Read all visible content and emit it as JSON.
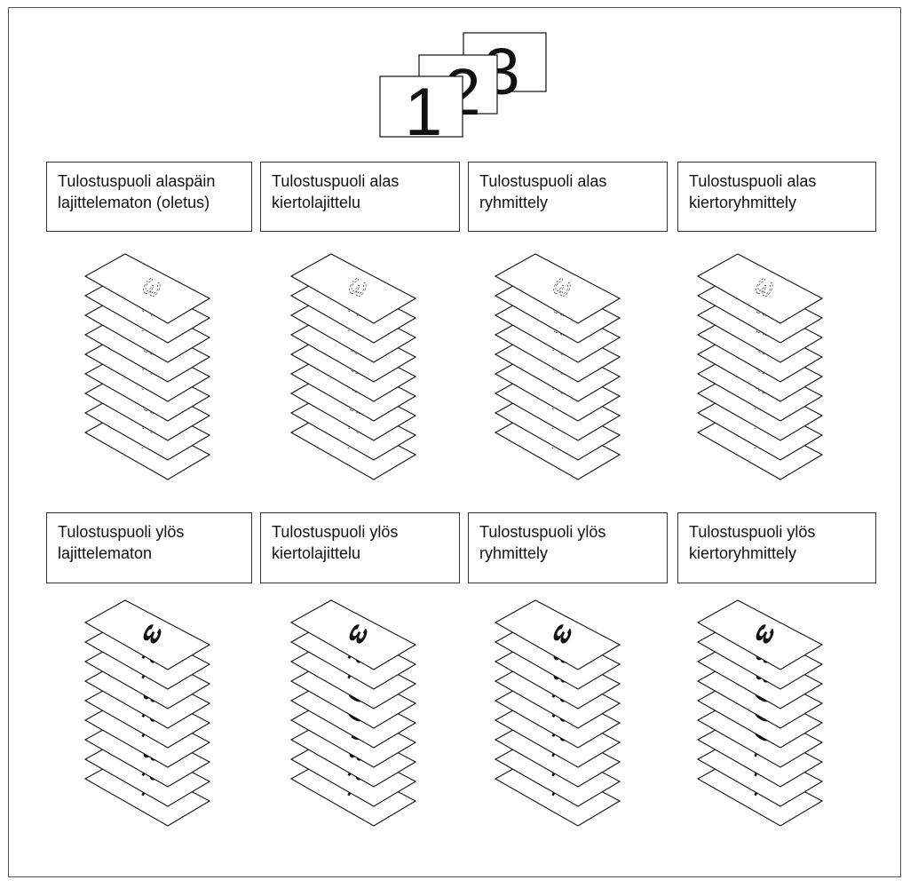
{
  "header_pages": {
    "labels": [
      "1",
      "2",
      "3"
    ]
  },
  "panels": [
    {
      "line1": "Tulostuspuoli alaspäin",
      "line2": "lajittelematon (oletus)",
      "face": "down",
      "sheets": [
        "3",
        "2",
        "1",
        "3",
        "2",
        "1",
        "3",
        "2",
        "1"
      ],
      "rot": [
        0,
        0,
        0,
        0,
        0,
        0,
        0,
        0,
        0
      ]
    },
    {
      "line1": "Tulostuspuoli alas",
      "line2": "kiertolajittelu",
      "face": "down",
      "sheets": [
        "3",
        "2",
        "1",
        "3",
        "2",
        "1",
        "3",
        "2",
        "1"
      ],
      "rot": [
        0,
        0,
        0,
        90,
        90,
        90,
        0,
        0,
        0
      ]
    },
    {
      "line1": "Tulostuspuoli alas",
      "line2": "ryhmittely",
      "face": "down",
      "sheets": [
        "3",
        "3",
        "3",
        "2",
        "2",
        "2",
        "1",
        "1",
        "1"
      ],
      "rot": [
        0,
        0,
        0,
        0,
        0,
        0,
        0,
        0,
        0
      ]
    },
    {
      "line1": "Tulostuspuoli alas",
      "line2": "kiertoryhmittely",
      "face": "down",
      "sheets": [
        "3",
        "3",
        "3",
        "2",
        "2",
        "2",
        "1",
        "1",
        "1"
      ],
      "rot": [
        0,
        0,
        0,
        90,
        90,
        90,
        0,
        0,
        0
      ]
    },
    {
      "line1": "Tulostuspuoli ylös",
      "line2": "lajittelematon",
      "face": "up",
      "sheets": [
        "3",
        "2",
        "1",
        "3",
        "2",
        "1",
        "3",
        "2",
        "1"
      ],
      "rot": [
        0,
        0,
        0,
        0,
        0,
        0,
        0,
        0,
        0
      ]
    },
    {
      "line1": "Tulostuspuoli ylös",
      "line2": "kiertolajittelu",
      "face": "up",
      "sheets": [
        "3",
        "2",
        "1",
        "3",
        "2",
        "1",
        "3",
        "2",
        "1"
      ],
      "rot": [
        0,
        0,
        0,
        90,
        90,
        90,
        0,
        0,
        0
      ]
    },
    {
      "line1": "Tulostuspuoli ylös",
      "line2": "ryhmittely",
      "face": "up",
      "sheets": [
        "3",
        "3",
        "3",
        "2",
        "2",
        "2",
        "1",
        "1",
        "1"
      ],
      "rot": [
        0,
        0,
        0,
        0,
        0,
        0,
        0,
        0,
        0
      ]
    },
    {
      "line1": "Tulostuspuoli ylös",
      "line2": "kiertoryhmittely",
      "face": "up",
      "sheets": [
        "3",
        "3",
        "3",
        "2",
        "2",
        "2",
        "1",
        "1",
        "1"
      ],
      "rot": [
        0,
        0,
        0,
        90,
        90,
        90,
        0,
        0,
        0
      ]
    }
  ]
}
